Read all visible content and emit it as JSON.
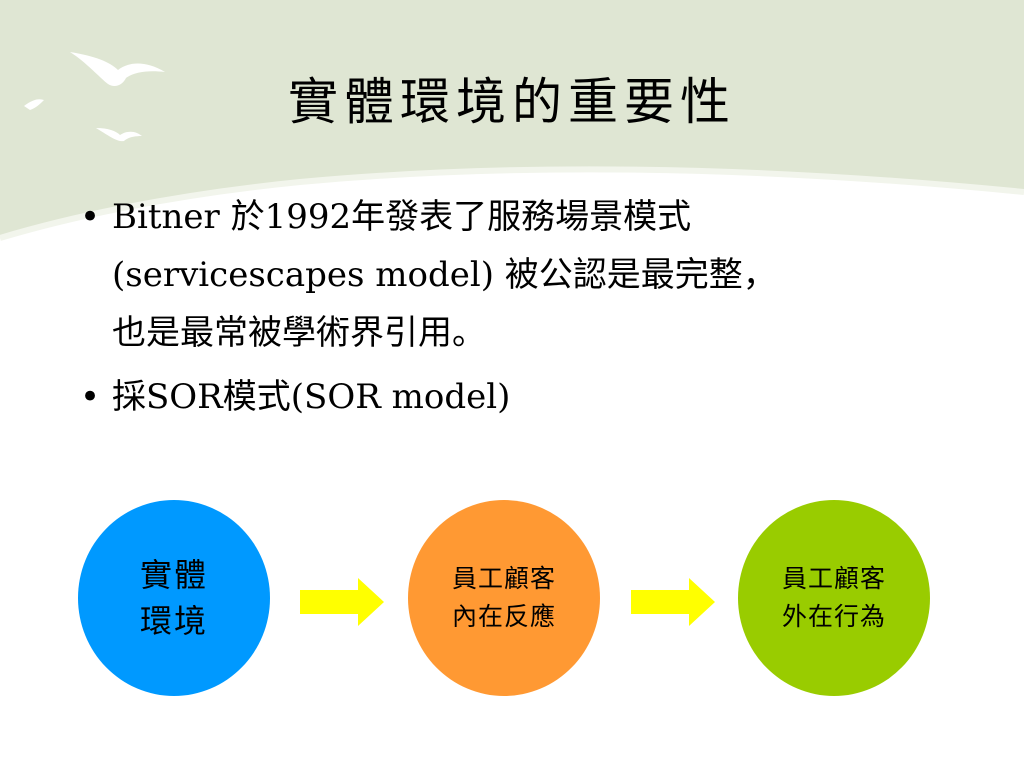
{
  "slide": {
    "title": "實體環境的重要性",
    "bullets": [
      {
        "marker": "•",
        "text": "Bitner 於1992年發表了服務場景模式\n(servicescapes model) 被公認是最完整，\n也是最常被學術界引用。"
      },
      {
        "marker": "•",
        "text": "採SOR模式(SOR model)"
      }
    ]
  },
  "colors": {
    "node_1": "#0099ff",
    "node_2": "#ff9933",
    "node_3": "#99cc00",
    "arrow": "#ffff00",
    "header_band": "#dfe6d3"
  },
  "diagram": {
    "nodes": [
      {
        "label": "實體\n環境"
      },
      {
        "label": "員工顧客\n內在反應"
      },
      {
        "label": "員工顧客\n外在行為"
      }
    ],
    "arrows": [
      {
        "icon": "arrow-right-icon"
      },
      {
        "icon": "arrow-right-icon"
      }
    ]
  }
}
